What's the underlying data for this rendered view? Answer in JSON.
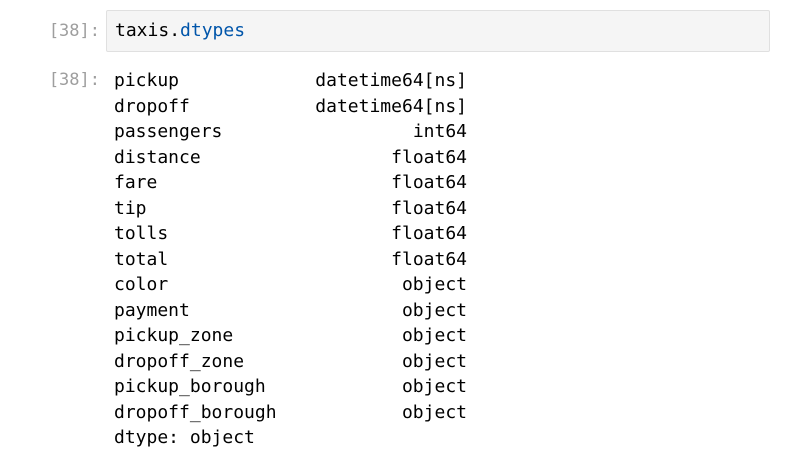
{
  "input": {
    "prompt": "[38]:",
    "code_object": "taxis",
    "code_dot": ".",
    "code_attr": "dtypes"
  },
  "output": {
    "prompt": "[38]:",
    "rows": [
      {
        "name": "pickup",
        "dtype": "datetime64[ns]"
      },
      {
        "name": "dropoff",
        "dtype": "datetime64[ns]"
      },
      {
        "name": "passengers",
        "dtype": "int64"
      },
      {
        "name": "distance",
        "dtype": "float64"
      },
      {
        "name": "fare",
        "dtype": "float64"
      },
      {
        "name": "tip",
        "dtype": "float64"
      },
      {
        "name": "tolls",
        "dtype": "float64"
      },
      {
        "name": "total",
        "dtype": "float64"
      },
      {
        "name": "color",
        "dtype": "object"
      },
      {
        "name": "payment",
        "dtype": "object"
      },
      {
        "name": "pickup_zone",
        "dtype": "object"
      },
      {
        "name": "dropoff_zone",
        "dtype": "object"
      },
      {
        "name": "pickup_borough",
        "dtype": "object"
      },
      {
        "name": "dropoff_borough",
        "dtype": "object"
      }
    ],
    "footer": "dtype: object"
  }
}
